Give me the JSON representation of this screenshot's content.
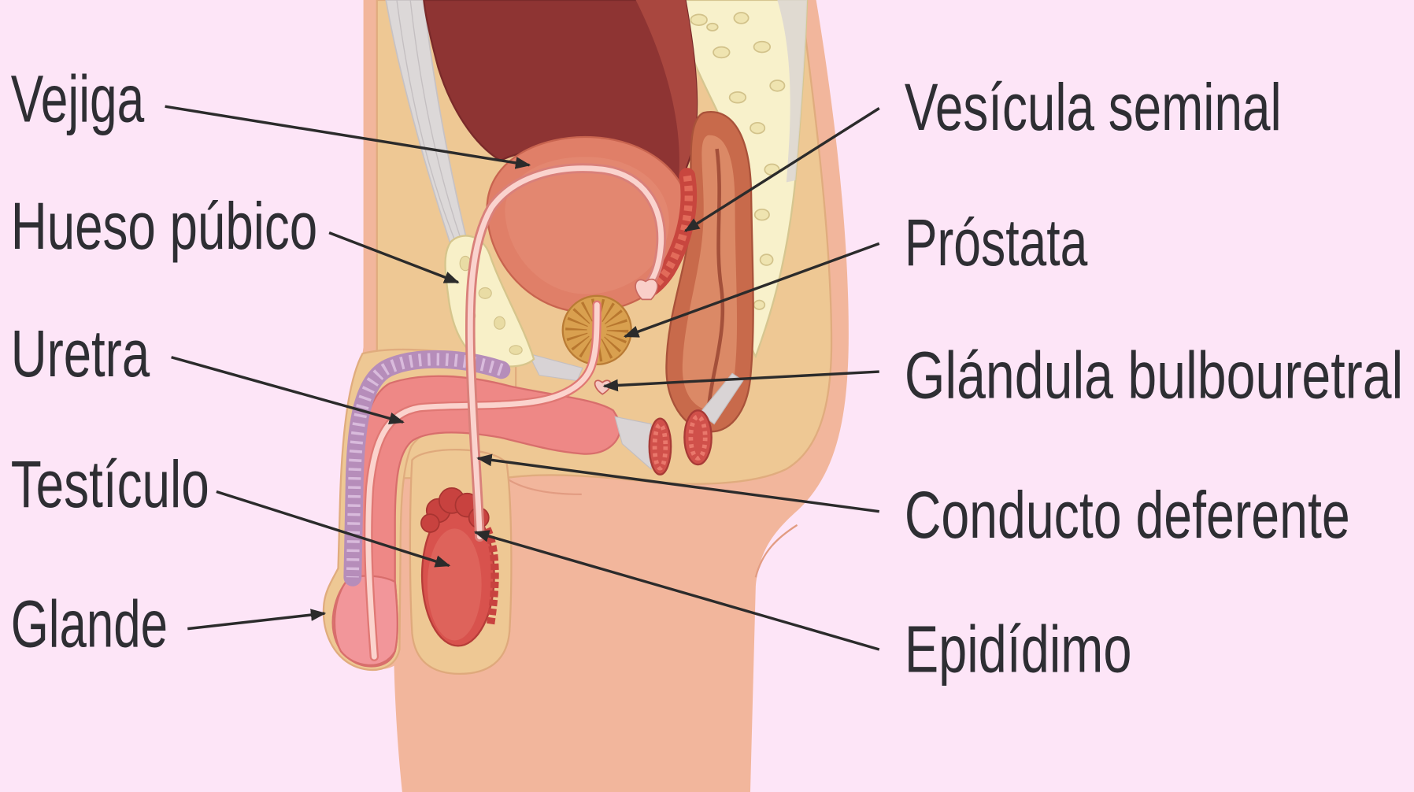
{
  "labels": {
    "bladder": "Vejiga",
    "pubic_bone": "Hueso púbico",
    "urethra": "Uretra",
    "testicle": "Testículo",
    "glans": "Glande",
    "seminal_vesicle": "Vesícula seminal",
    "prostate": "Próstata",
    "bulbourethral_gland": "Glándula bulbouretral",
    "vas_deferens": "Conducto deferente",
    "epididymis": "Epidídimo"
  },
  "colors": {
    "background": "#FDE5F7",
    "label_text": "#2E2E33",
    "leader_line": "#2B2B2B"
  }
}
